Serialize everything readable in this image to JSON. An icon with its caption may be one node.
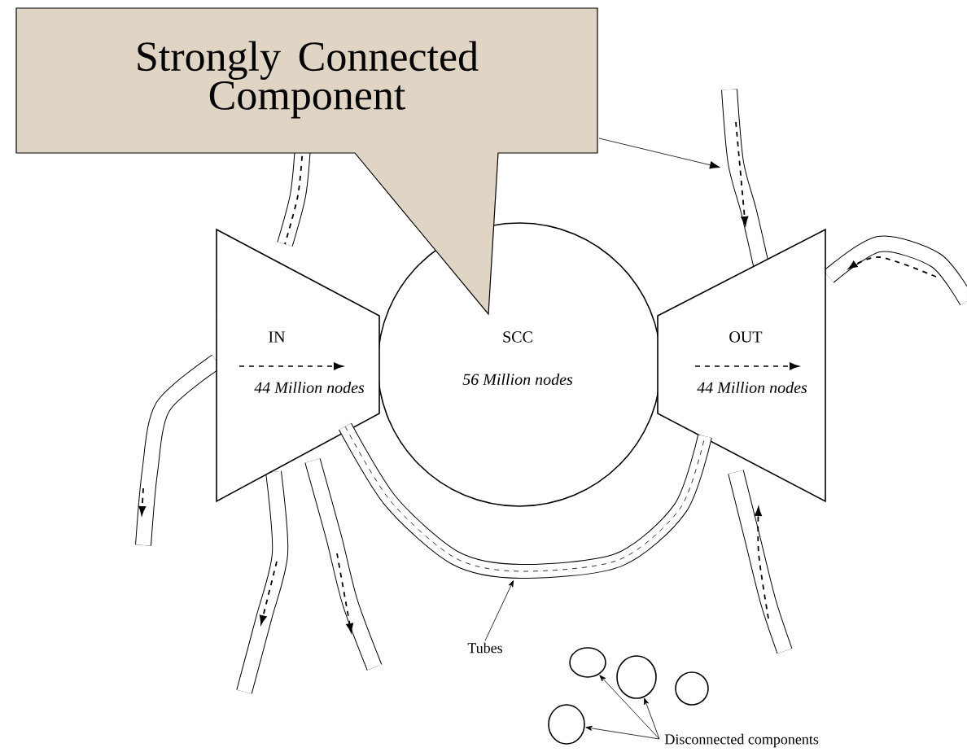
{
  "diagram": {
    "nodes": [
      {
        "text": [
          "Strongly Connected Component"
        ]
      },
      {
        "text": [
          "SCC",
          "56 Million nodes"
        ]
      },
      {
        "text": [
          "IN",
          "44 Million nodes"
        ]
      },
      {
        "text": [
          "OUT",
          "44 Million nodes"
        ]
      },
      {
        "text": [],
        "shape": "tube"
      },
      {
        "text": [
          "Tubes"
        ]
      },
      {
        "text": [],
        "shape": "circle"
      },
      {
        "text": [],
        "shape": "circle"
      },
      {
        "text": [],
        "shape": "circle"
      },
      {
        "text": [],
        "shape": "circle"
      },
      {
        "text": [
          "Disconnected components"
        ]
      }
    ],
    "edges": [
      {
        "from": 5,
        "to": 4,
        "arrow": "to"
      },
      {
        "from": 10,
        "to": 6,
        "arrow": "to"
      },
      {
        "from": 10,
        "to": 7,
        "arrow": "to"
      },
      {
        "from": 10,
        "to": 8,
        "arrow": "to"
      }
    ]
  }
}
